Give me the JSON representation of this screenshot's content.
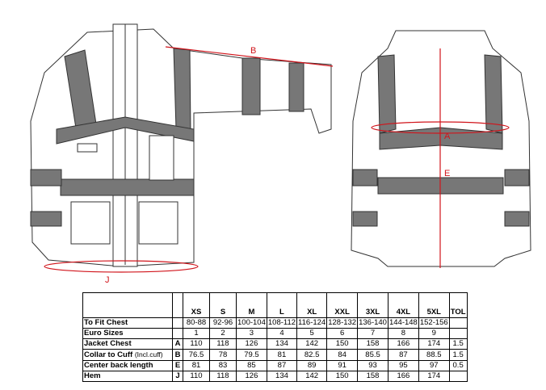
{
  "diagram_labels": {
    "B": "B",
    "A": "A",
    "E": "E",
    "J": "J"
  },
  "accent_color": "#d1141b",
  "table": {
    "sizes": [
      "XS",
      "S",
      "M",
      "L",
      "XL",
      "XXL",
      "3XL",
      "4XL",
      "5XL"
    ],
    "tol_header": "TOL",
    "rows": [
      {
        "label": "To Fit Chest",
        "note": "",
        "code": "",
        "values": [
          "80-88",
          "92-96",
          "100-104",
          "108-112",
          "116-124",
          "128-132",
          "136-140",
          "144-148",
          "152-156"
        ],
        "tol": ""
      },
      {
        "label": "Euro Sizes",
        "note": "",
        "code": "",
        "values": [
          "1",
          "2",
          "3",
          "4",
          "5",
          "6",
          "7",
          "8",
          "9"
        ],
        "tol": ""
      },
      {
        "label": "Jacket Chest",
        "note": "",
        "code": "A",
        "values": [
          "110",
          "118",
          "126",
          "134",
          "142",
          "150",
          "158",
          "166",
          "174"
        ],
        "tol": "1.5"
      },
      {
        "label": "Collar to Cuff",
        "note": "(Incl.cuff)",
        "code": "B",
        "values": [
          "76.5",
          "78",
          "79.5",
          "81",
          "82.5",
          "84",
          "85.5",
          "87",
          "88.5"
        ],
        "tol": "1.5"
      },
      {
        "label": "Center back length",
        "note": "",
        "code": "E",
        "values": [
          "81",
          "83",
          "85",
          "87",
          "89",
          "91",
          "93",
          "95",
          "97"
        ],
        "tol": "0.5"
      },
      {
        "label": "Hem",
        "note": "",
        "code": "J",
        "values": [
          "110",
          "118",
          "126",
          "134",
          "142",
          "150",
          "158",
          "166",
          "174"
        ],
        "tol": ""
      }
    ]
  }
}
